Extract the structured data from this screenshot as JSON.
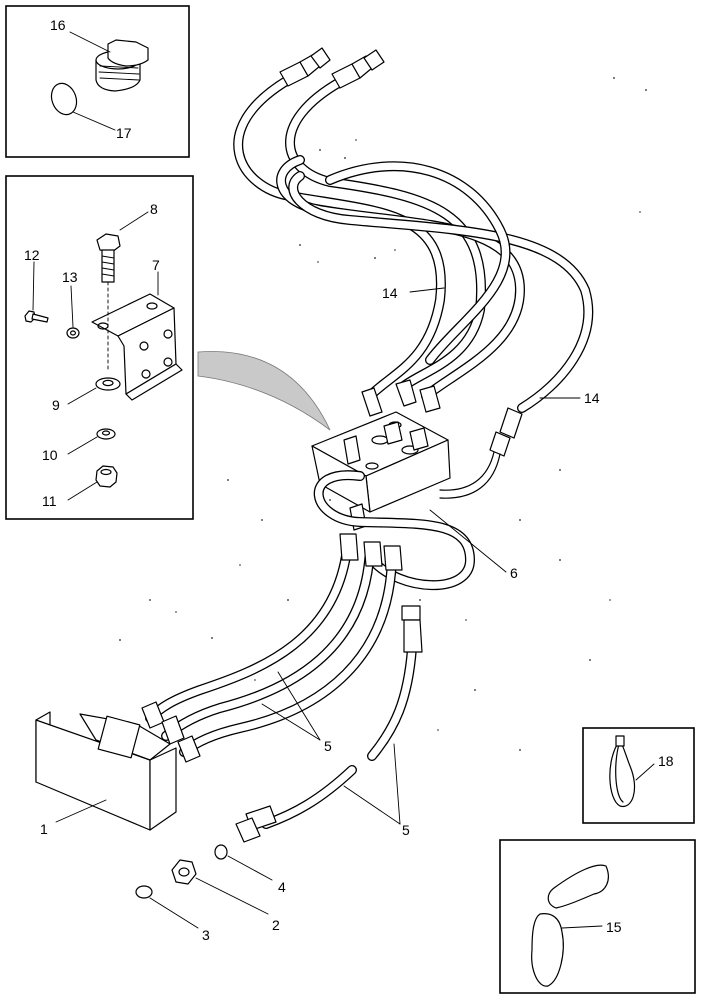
{
  "labels": {
    "p1": "1",
    "p2": "2",
    "p3": "3",
    "p4": "4",
    "p5a": "5",
    "p5b": "5",
    "p6": "6",
    "p7": "7",
    "p8": "8",
    "p9": "9",
    "p10": "10",
    "p11": "11",
    "p12": "12",
    "p13": "13",
    "p14a": "14",
    "p14b": "14",
    "p15": "15",
    "p16": "16",
    "p17": "17",
    "p18": "18"
  }
}
